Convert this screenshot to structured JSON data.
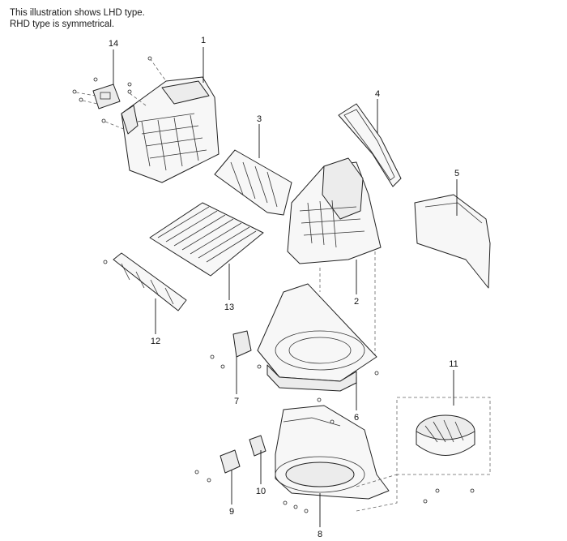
{
  "notes": {
    "line1": "This illustration shows LHD type.",
    "line2": "RHD type is symmetrical."
  },
  "callouts": {
    "c1": "1",
    "c2": "2",
    "c3": "3",
    "c4": "4",
    "c5": "5",
    "c6": "6",
    "c7": "7",
    "c8": "8",
    "c9": "9",
    "c10": "10",
    "c11": "11",
    "c12": "12",
    "c13": "13",
    "c14": "14"
  }
}
